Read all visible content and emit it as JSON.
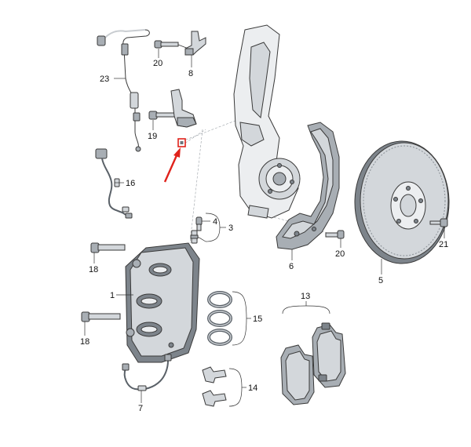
{
  "accent_color": "#e0221b",
  "labels": {
    "l1": "1",
    "l3": "3",
    "l4": "4",
    "l5": "5",
    "l6": "6",
    "l7": "7",
    "l8": "8",
    "l13": "13",
    "l14": "14",
    "l15": "15",
    "l16": "16",
    "l18a": "18",
    "l18b": "18",
    "l19": "19",
    "l20a": "20",
    "l20b": "20",
    "l21": "21",
    "l23": "23"
  },
  "highlight": {
    "marker_symbol": "square-marker",
    "arrow_icon": "red-arrow-icon"
  }
}
